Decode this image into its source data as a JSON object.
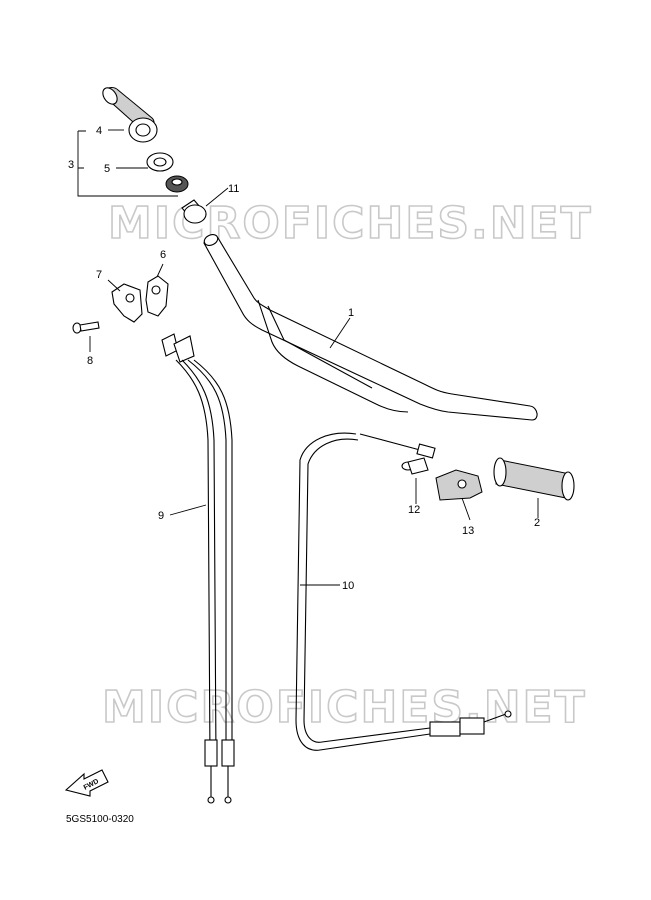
{
  "diagram": {
    "code": "5GS5100-0320",
    "fwd_label": "FWD",
    "watermark_text": "MICROFICHES.NET",
    "callouts": {
      "c1": "1",
      "c2": "2",
      "c3": "3",
      "c4": "4",
      "c5": "5",
      "c6": "6",
      "c7": "7",
      "c8": "8",
      "c9": "9",
      "c10": "10",
      "c11": "11",
      "c12": "12",
      "c13": "13"
    }
  }
}
